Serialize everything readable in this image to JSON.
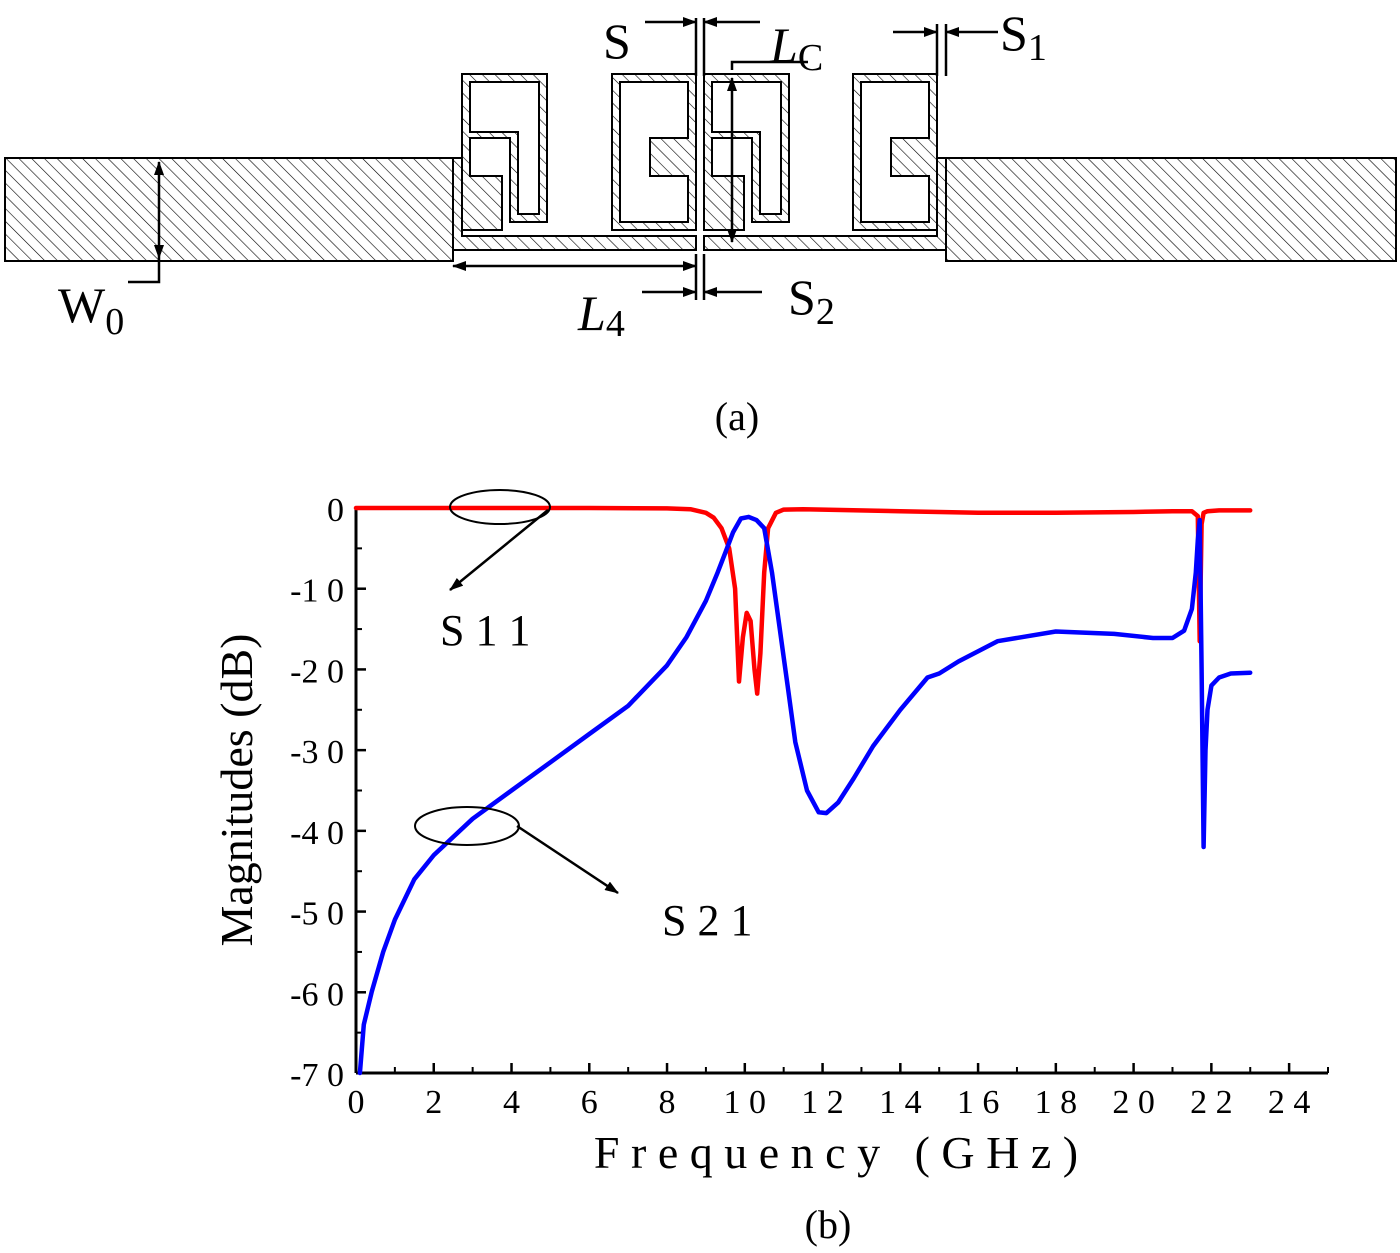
{
  "panel_a": {
    "caption": "(a)",
    "labels": {
      "S": "S",
      "LC_main": "L",
      "LC_sub": "C",
      "S1_main": "S",
      "S1_sub": "1",
      "W0_main": "W",
      "W0_sub": "0",
      "L4_main": "L",
      "L4_sub": "4",
      "S2_main": "S",
      "S2_sub": "2"
    }
  },
  "panel_b": {
    "caption": "(b)",
    "annotations": {
      "s11": "S 1 1",
      "s21": "S 2 1"
    }
  },
  "colors": {
    "s11": "#ff0000",
    "s21": "#0000ff",
    "hatch": "#000000"
  },
  "chart_data": {
    "type": "line",
    "xlabel": "F r e q u e n c y   ( G H z )",
    "ylabel": "Magnitudes (dB)",
    "xlim": [
      0,
      25
    ],
    "ylim": [
      -70,
      0
    ],
    "xticks": [
      "0",
      "2",
      "4",
      "6",
      "8",
      "1 0",
      "1 2",
      "1 4",
      "1 6",
      "1 8",
      "2 0",
      "2 2",
      "2 4"
    ],
    "yticks": [
      "0",
      "-1 0",
      "-2 0",
      "-3 0",
      "-4 0",
      "-5 0",
      "-6 0",
      "-7 0"
    ],
    "series": [
      {
        "name": "S11",
        "x": [
          0,
          2,
          4,
          6,
          8,
          8.6,
          9.0,
          9.2,
          9.4,
          9.6,
          9.75,
          9.85,
          9.95,
          10.05,
          10.15,
          10.25,
          10.32,
          10.4,
          10.5,
          10.6,
          10.8,
          11.0,
          11.5,
          12,
          14,
          16,
          18,
          20,
          21,
          21.5,
          21.65,
          21.7,
          21.75,
          21.8,
          21.9,
          22.2,
          23.0
        ],
        "y": [
          0,
          0,
          0,
          0,
          -0.05,
          -0.15,
          -0.6,
          -1.2,
          -2.5,
          -5,
          -10,
          -21.5,
          -16,
          -13,
          -14,
          -20,
          -23,
          -18,
          -8,
          -2.5,
          -0.6,
          -0.2,
          -0.15,
          -0.2,
          -0.4,
          -0.6,
          -0.6,
          -0.5,
          -0.4,
          -0.4,
          -1.0,
          -16.5,
          -2.0,
          -0.6,
          -0.4,
          -0.3,
          -0.3
        ]
      },
      {
        "name": "S21",
        "x": [
          0.1,
          0.2,
          0.4,
          0.7,
          1.0,
          1.5,
          2.0,
          3.0,
          4.0,
          5.0,
          6.0,
          7.0,
          8.0,
          8.5,
          9.0,
          9.3,
          9.5,
          9.7,
          9.9,
          10.1,
          10.3,
          10.5,
          10.7,
          10.9,
          11.1,
          11.3,
          11.6,
          11.9,
          12.1,
          12.4,
          12.8,
          13.3,
          14.0,
          14.7,
          15.0,
          15.5,
          16.5,
          18.0,
          19.5,
          20.5,
          21.0,
          21.3,
          21.5,
          21.6,
          21.65,
          21.7,
          21.75,
          21.8,
          21.85,
          21.9,
          22.0,
          22.2,
          22.5,
          23.0
        ],
        "y": [
          -70,
          -64,
          -60,
          -55,
          -51,
          -46,
          -43,
          -38.5,
          -35,
          -31.5,
          -28,
          -24.5,
          -19.5,
          -16,
          -11.5,
          -8,
          -5.5,
          -3,
          -1.3,
          -1.1,
          -1.5,
          -2.5,
          -8,
          -15,
          -22,
          -29,
          -35,
          -37.7,
          -37.8,
          -36.5,
          -33.5,
          -29.5,
          -25,
          -21,
          -20.5,
          -19,
          -16.5,
          -15.3,
          -15.6,
          -16.1,
          -16.1,
          -15.2,
          -12.5,
          -8,
          -4,
          -1.5,
          -20,
          -42,
          -30,
          -25,
          -22,
          -21,
          -20.5,
          -20.4
        ]
      }
    ]
  }
}
